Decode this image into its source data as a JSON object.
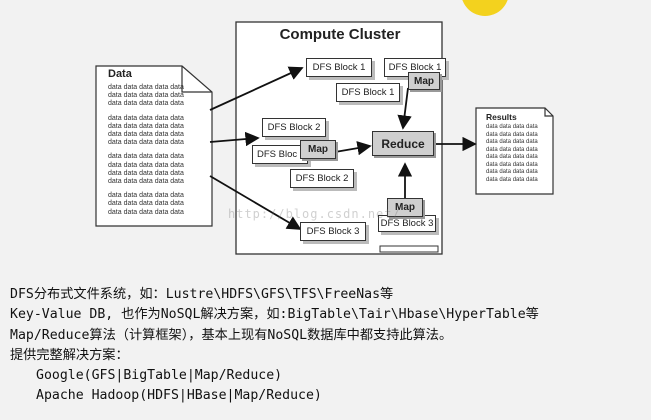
{
  "diagram": {
    "cluster_title": "Compute Cluster",
    "data_doc": {
      "title": "Data",
      "line": "data data data data data"
    },
    "blocks": [
      {
        "id": "b1a",
        "label": "DFS Block 1"
      },
      {
        "id": "b1b",
        "label": "DFS Block 1"
      },
      {
        "id": "b1c",
        "label": "DFS Block 1"
      },
      {
        "id": "b2a",
        "label": "DFS Block 2"
      },
      {
        "id": "b2b",
        "label": "DFS Bloc"
      },
      {
        "id": "b2c",
        "label": "DFS Block 2"
      },
      {
        "id": "b3a",
        "label": "DFS Block 3"
      },
      {
        "id": "b3b",
        "label": "DFS Block 3"
      }
    ],
    "map_label": "Map",
    "reduce_label": "Reduce",
    "results_doc": {
      "title": "Results",
      "line": "data data data data"
    },
    "watermark": "http://blog.csdn.net/"
  },
  "text": {
    "lines": [
      "DFS分布式文件系统，如：Lustre\\HDFS\\GFS\\TFS\\FreeNas等",
      "Key-Value DB, 也作为NoSQL解决方案，如:BigTable\\Tair\\Hbase\\HyperTable等",
      "Map/Reduce算法（计算框架），基本上现有NoSQL数据库中都支持此算法。",
      "提供完整解决方案：",
      "Google(GFS|BigTable|Map/Reduce)",
      "Apache Hadoop(HDFS|HBase|Map/Reduce)"
    ]
  }
}
